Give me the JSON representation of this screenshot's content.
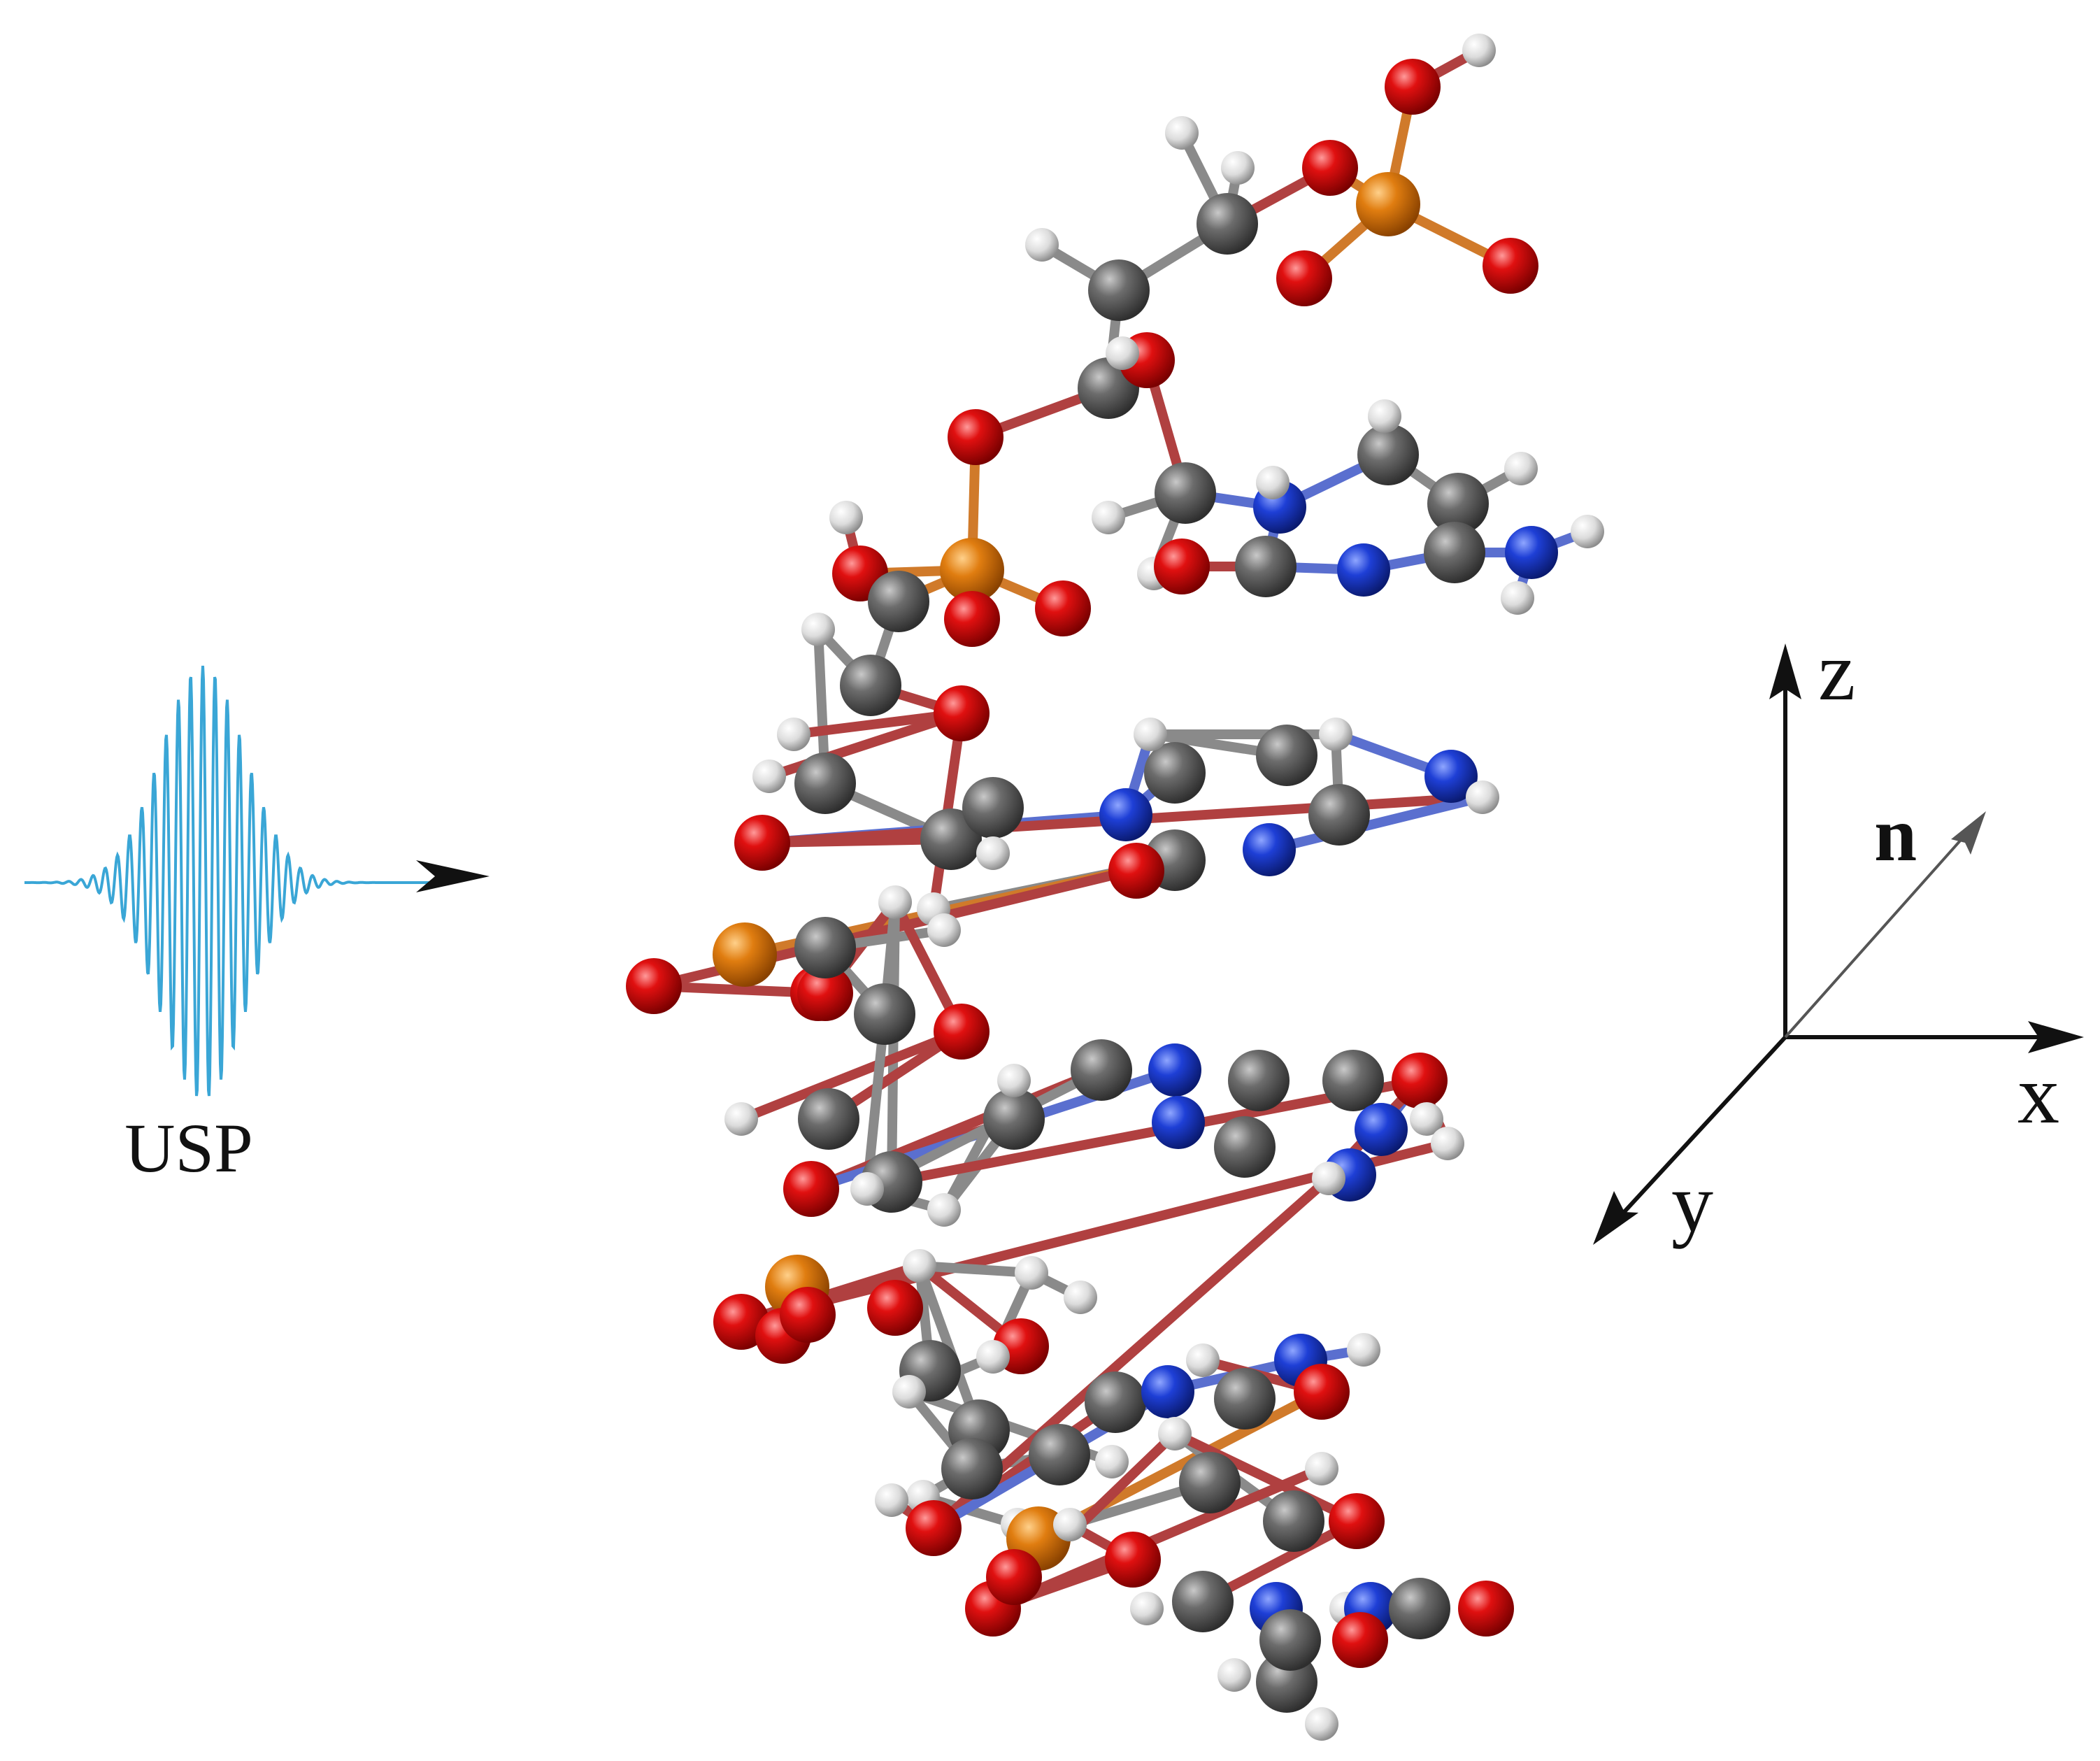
{
  "pulse": {
    "label": "USP",
    "color": "#3aa6d6",
    "arrow_color": "#111111"
  },
  "axes": {
    "z": "z",
    "x": "x",
    "y": "y",
    "n": "n"
  },
  "atom_colors": {
    "carbon": "#5f5f5f",
    "oxygen": "#d40a0a",
    "phosphorus": "#d97a10",
    "nitrogen": "#1c3fd0",
    "hydrogen": "#e6e6e6"
  }
}
